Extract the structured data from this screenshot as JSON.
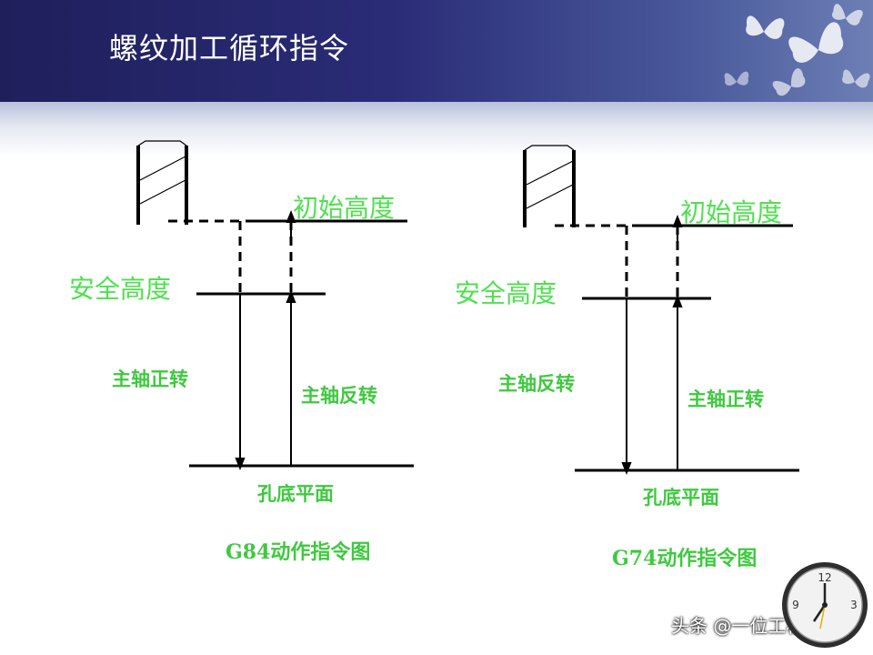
{
  "slide": {
    "title": "螺纹加工循环指令"
  },
  "diagrams": [
    {
      "id": "g84",
      "initial_height_label": "初始高度",
      "safe_height_label": "安全高度",
      "down_label": "主轴正转",
      "up_label": "主轴反转",
      "bottom_label": "孔底平面",
      "caption": "G84动作指令图"
    },
    {
      "id": "g74",
      "initial_height_label": "初始高度",
      "safe_height_label": "安全高度",
      "down_label": "主轴反转",
      "up_label": "主轴正转",
      "bottom_label": "孔底平面",
      "caption": "G74动作指令图"
    }
  ],
  "watermark": "头条 @一位工程师",
  "clock": {
    "numerals": [
      "12",
      "3",
      "9"
    ]
  },
  "colors": {
    "header_dark": "#1f1f5c",
    "label_green": "#3fc93f",
    "line": "#000000"
  }
}
